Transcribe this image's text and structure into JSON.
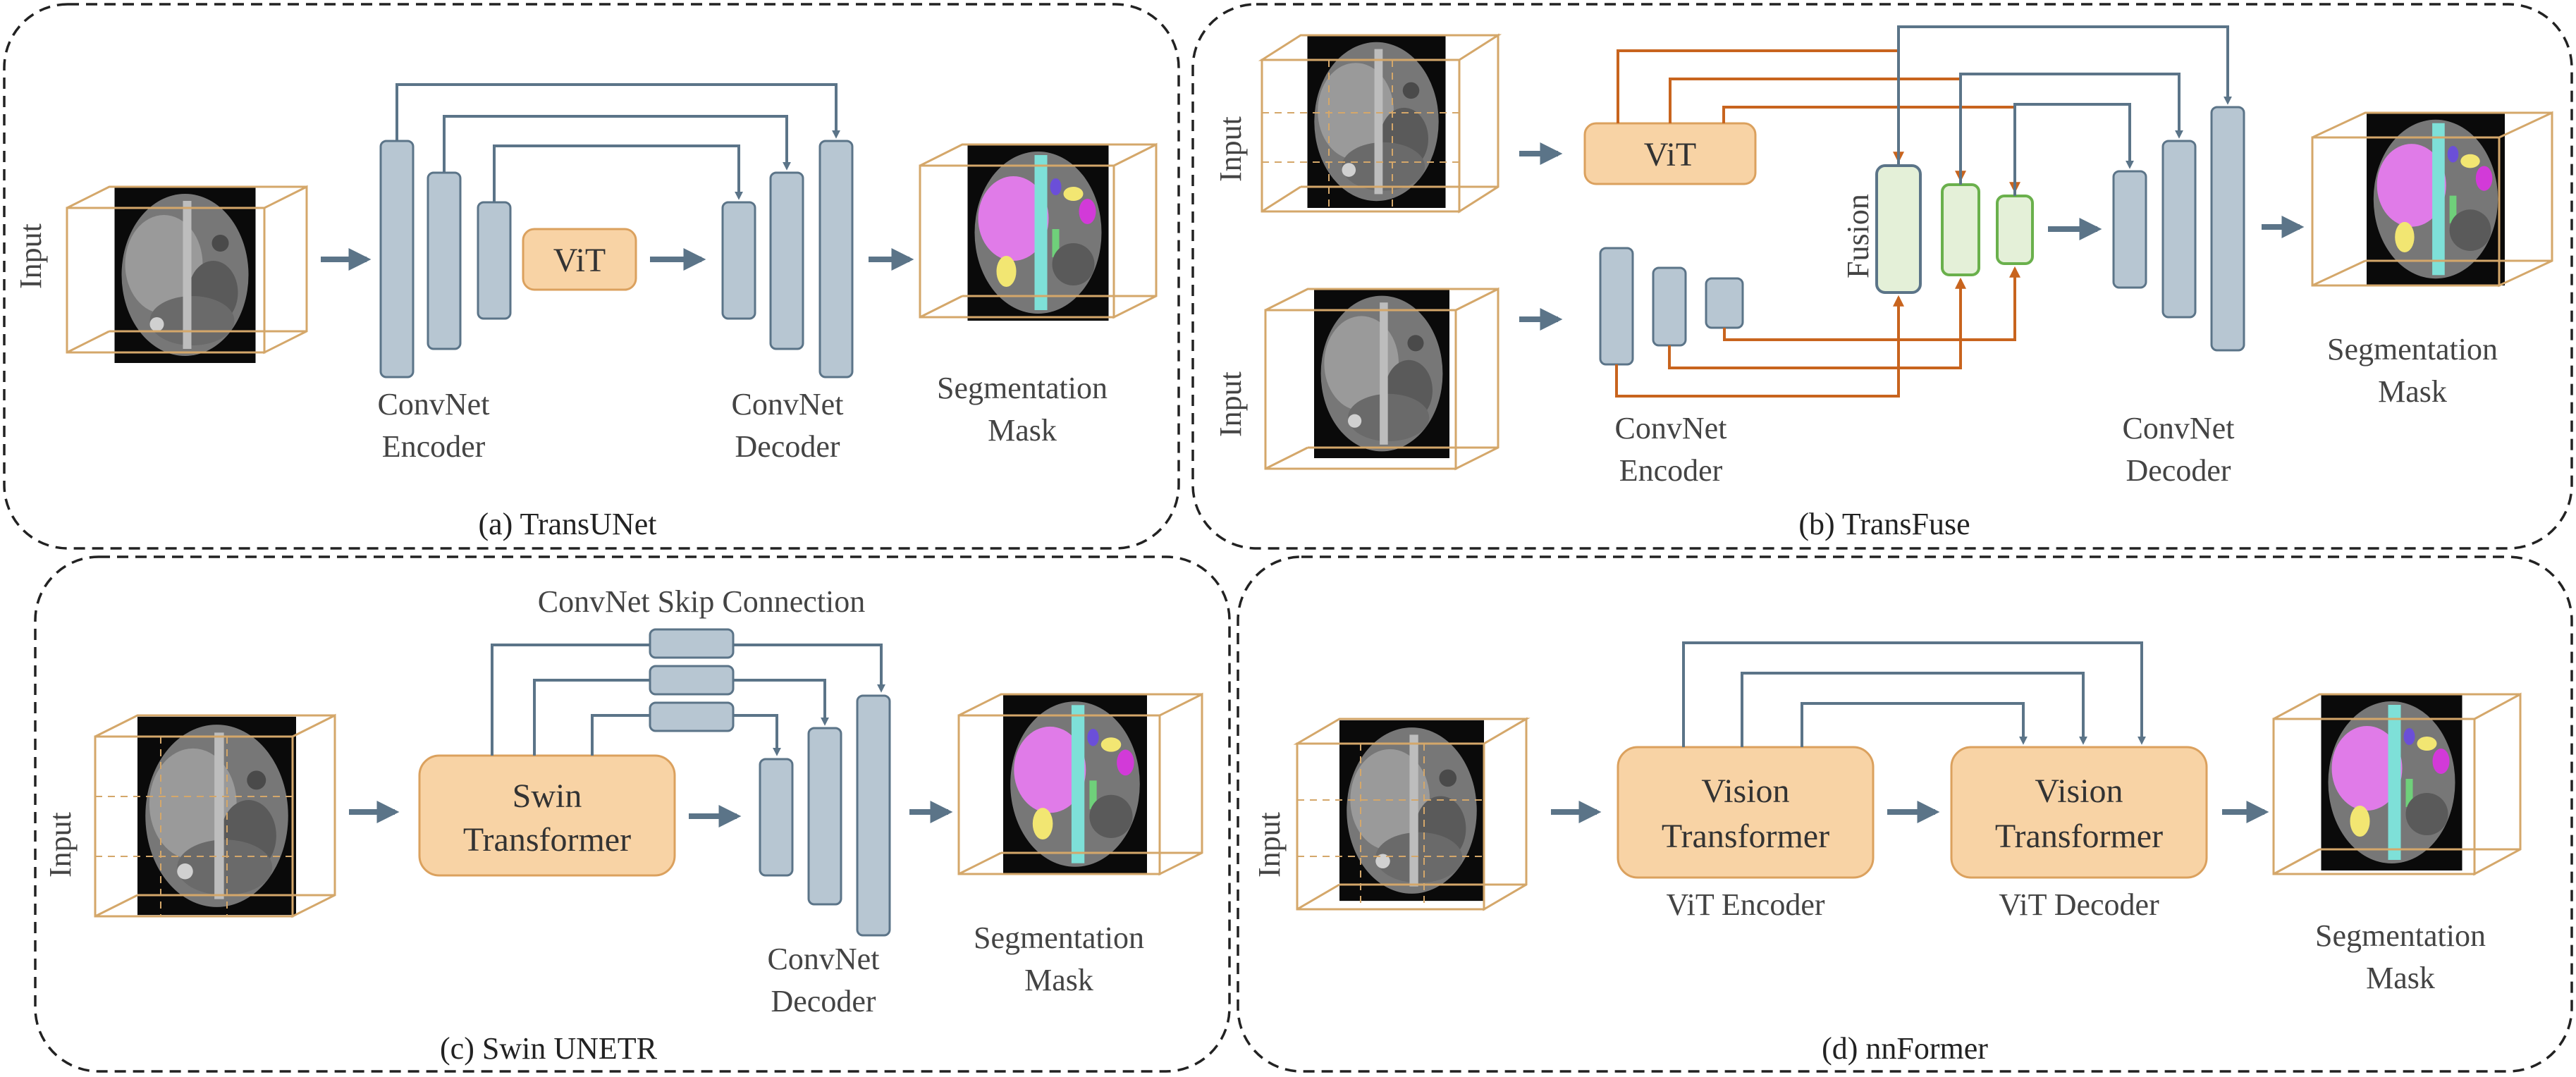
{
  "colors": {
    "block_fill": "#b7c6d2",
    "block_stroke": "#5b7488",
    "arrow": "#5b7488",
    "orange_arrow": "#c8641e",
    "vit_fill": "#f8d3a5",
    "vit_stroke": "#dba15e",
    "fusion_fill": "#e4f0d8",
    "fusion_stroke_green": "#6ab04c",
    "cube_stroke": "#d4a76a",
    "panel_border": "#222222"
  },
  "panels": {
    "a": {
      "caption": "(a) TransUNet",
      "input_label": "Input",
      "vit_label": "ViT",
      "encoder_label": [
        "ConvNet",
        "Encoder"
      ],
      "decoder_label": [
        "ConvNet",
        "Decoder"
      ],
      "output_label": [
        "Segmentation",
        "Mask"
      ]
    },
    "b": {
      "caption": "(b) TransFuse",
      "input_label_top": "Input",
      "input_label_bottom": "Input",
      "vit_label": "ViT",
      "fusion_label": "Fusion",
      "encoder_label": [
        "ConvNet",
        "Encoder"
      ],
      "decoder_label": [
        "ConvNet",
        "Decoder"
      ],
      "output_label": [
        "Segmentation",
        "Mask"
      ]
    },
    "c": {
      "caption": "(c) Swin UNETR",
      "input_label": "Input",
      "skip_label": "ConvNet Skip Connection",
      "swin_label": [
        "Swin",
        "Transformer"
      ],
      "decoder_label": [
        "ConvNet",
        "Decoder"
      ],
      "output_label": [
        "Segmentation",
        "Mask"
      ]
    },
    "d": {
      "caption": "(d) nnFormer",
      "input_label": "Input",
      "vit_encoder_box": [
        "Vision",
        "Transformer"
      ],
      "vit_decoder_box": [
        "Vision",
        "Transformer"
      ],
      "encoder_label": "ViT Encoder",
      "decoder_label": "ViT Decoder",
      "output_label": [
        "Segmentation",
        "Mask"
      ]
    }
  }
}
